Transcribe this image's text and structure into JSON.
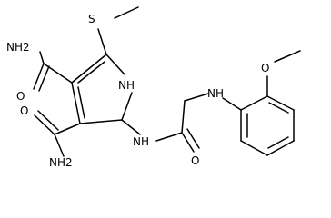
{
  "molecule": {
    "atom_labels": {
      "amide_top": "NH2",
      "amide_bottom": "NH2",
      "amide_top_oxygen": "O",
      "amide_bottom_oxygen": "O",
      "sulfur": "S",
      "ring_nh": "NH",
      "amide_nh": "NH",
      "amide_oxygen": "O",
      "aniline_nh": "NH",
      "methoxy_oxygen": "O"
    },
    "colors": {
      "bond": "#000000",
      "text": "#000000",
      "background": "#ffffff"
    }
  }
}
